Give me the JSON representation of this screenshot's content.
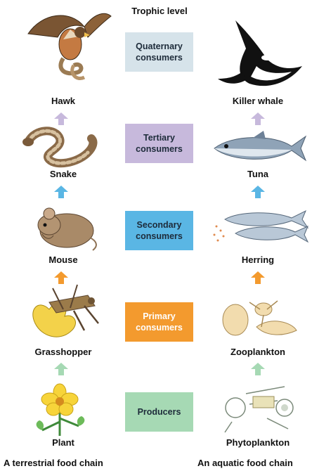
{
  "heading": "Trophic level",
  "levels": [
    {
      "text": "Quaternary\nconsumers",
      "color": "#d6e3ea"
    },
    {
      "text": "Tertiary\nconsumers",
      "color": "#c7b9dc"
    },
    {
      "text": "Secondary\nconsumers",
      "color": "#5ab6e4"
    },
    {
      "text": "Primary\nconsumers",
      "color": "#f39a2e"
    },
    {
      "text": "Producers",
      "color": "#a6d9b4"
    }
  ],
  "terrestrial": {
    "organisms": [
      "Hawk",
      "Snake",
      "Mouse",
      "Grasshopper",
      "Plant"
    ],
    "caption": "A terrestrial food chain"
  },
  "aquatic": {
    "organisms": [
      "Killer whale",
      "Tuna",
      "Herring",
      "Zooplankton",
      "Phytoplankton"
    ],
    "caption": "An aquatic food chain"
  },
  "arrow_colors": [
    "#c7b9dc",
    "#5ab6e4",
    "#f39a2e",
    "#a6d9b4"
  ],
  "icons": [
    "hawk-illustration",
    "snake-illustration",
    "mouse-illustration",
    "grasshopper-illustration",
    "plant-illustration",
    "killer-whale-illustration",
    "tuna-illustration",
    "herring-illustration",
    "zooplankton-illustration",
    "phytoplankton-illustration"
  ]
}
